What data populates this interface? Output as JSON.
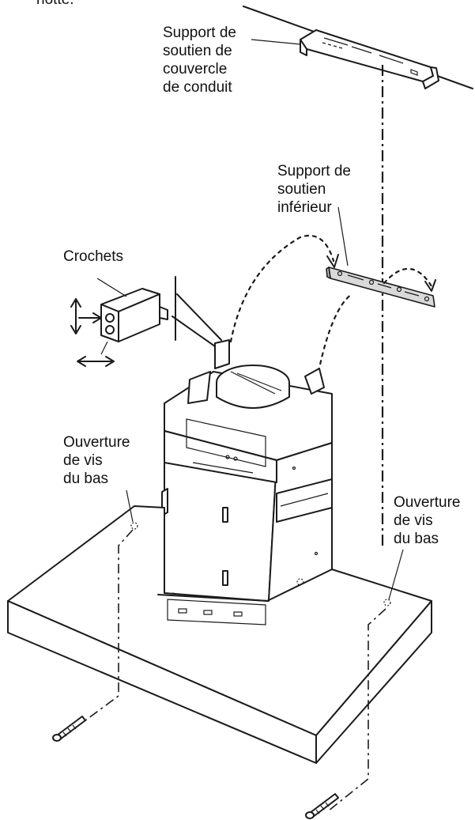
{
  "labels": {
    "top_fragment": "hotte.",
    "duct_cover_bracket": [
      "Support de",
      "soutien de",
      "couvercle",
      "de conduit"
    ],
    "lower_bracket": [
      "Support de",
      "soutien",
      "inférieur"
    ],
    "hooks": "Crochets",
    "bottom_screw_hole_left": [
      "Ouverture",
      "de vis",
      "du bas"
    ],
    "bottom_screw_hole_right": [
      "Ouverture",
      "de vis",
      "du bas"
    ]
  }
}
